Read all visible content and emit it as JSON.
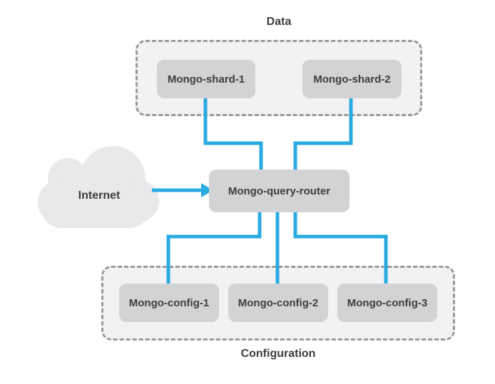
{
  "diagram": {
    "type": "architecture-diagram",
    "topic": "MongoDB sharded cluster",
    "groups": {
      "data": {
        "label": "Data"
      },
      "configuration": {
        "label": "Configuration"
      }
    },
    "nodes": {
      "internet": {
        "label": "Internet",
        "shape": "cloud"
      },
      "shard1": {
        "label": "Mongo-shard-1"
      },
      "shard2": {
        "label": "Mongo-shard-2"
      },
      "router": {
        "label": "Mongo-query-router"
      },
      "config1": {
        "label": "Mongo-config-1"
      },
      "config2": {
        "label": "Mongo-config-2"
      },
      "config3": {
        "label": "Mongo-config-3"
      }
    },
    "edges": [
      {
        "from": "internet",
        "to": "router",
        "style": "arrow"
      },
      {
        "from": "shard1",
        "to": "router",
        "style": "line"
      },
      {
        "from": "shard2",
        "to": "router",
        "style": "line"
      },
      {
        "from": "router",
        "to": "config1",
        "style": "line"
      },
      {
        "from": "router",
        "to": "config2",
        "style": "line"
      },
      {
        "from": "router",
        "to": "config3",
        "style": "line"
      }
    ],
    "colors": {
      "connector": "#29abe2",
      "node_fill": "#d2d3d5",
      "group_fill": "#f2f2f4",
      "group_border": "#9a9a9c",
      "cloud_fill": "#e9e9eb",
      "text": "#3d3d3d",
      "background": "#ffffff"
    }
  }
}
